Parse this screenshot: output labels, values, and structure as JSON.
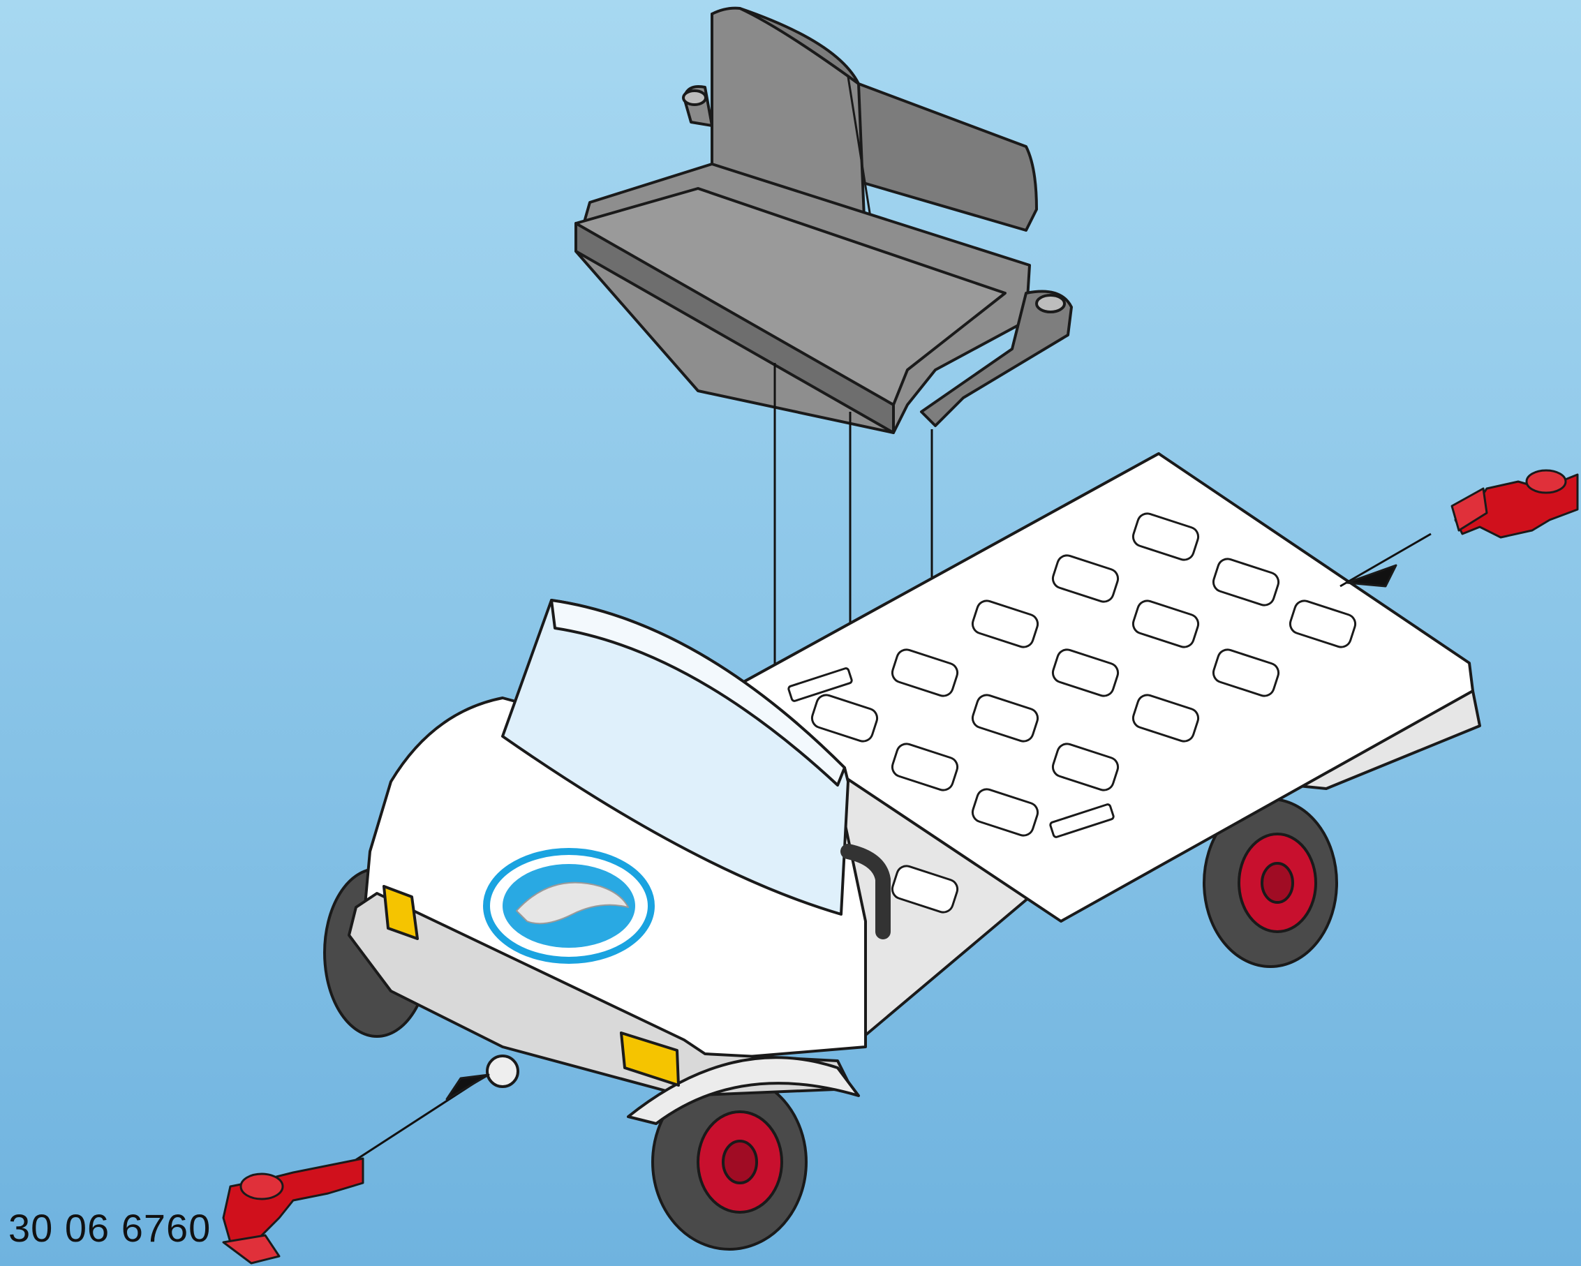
{
  "diagram": {
    "part_number": "30 06 6760",
    "colors": {
      "background_top": "#a7d8f1",
      "background_bottom": "#6fb3df",
      "seat": "#8a8a8a",
      "car_body": "#ffffff",
      "windshield": "#dff0fb",
      "tire": "#4a4a4a",
      "hub": "#c8102e",
      "hitch": "#d0101c",
      "headlight": "#f5c400",
      "logo_ring": "#1aa3e0",
      "outline": "#1a1a1a"
    },
    "parts": [
      {
        "name": "seat",
        "icon": "bench-seat"
      },
      {
        "name": "car-base",
        "icon": "golf-cart"
      },
      {
        "name": "front-hitch",
        "icon": "tow-hitch"
      },
      {
        "name": "rear-hitch",
        "icon": "tow-hitch"
      }
    ]
  }
}
